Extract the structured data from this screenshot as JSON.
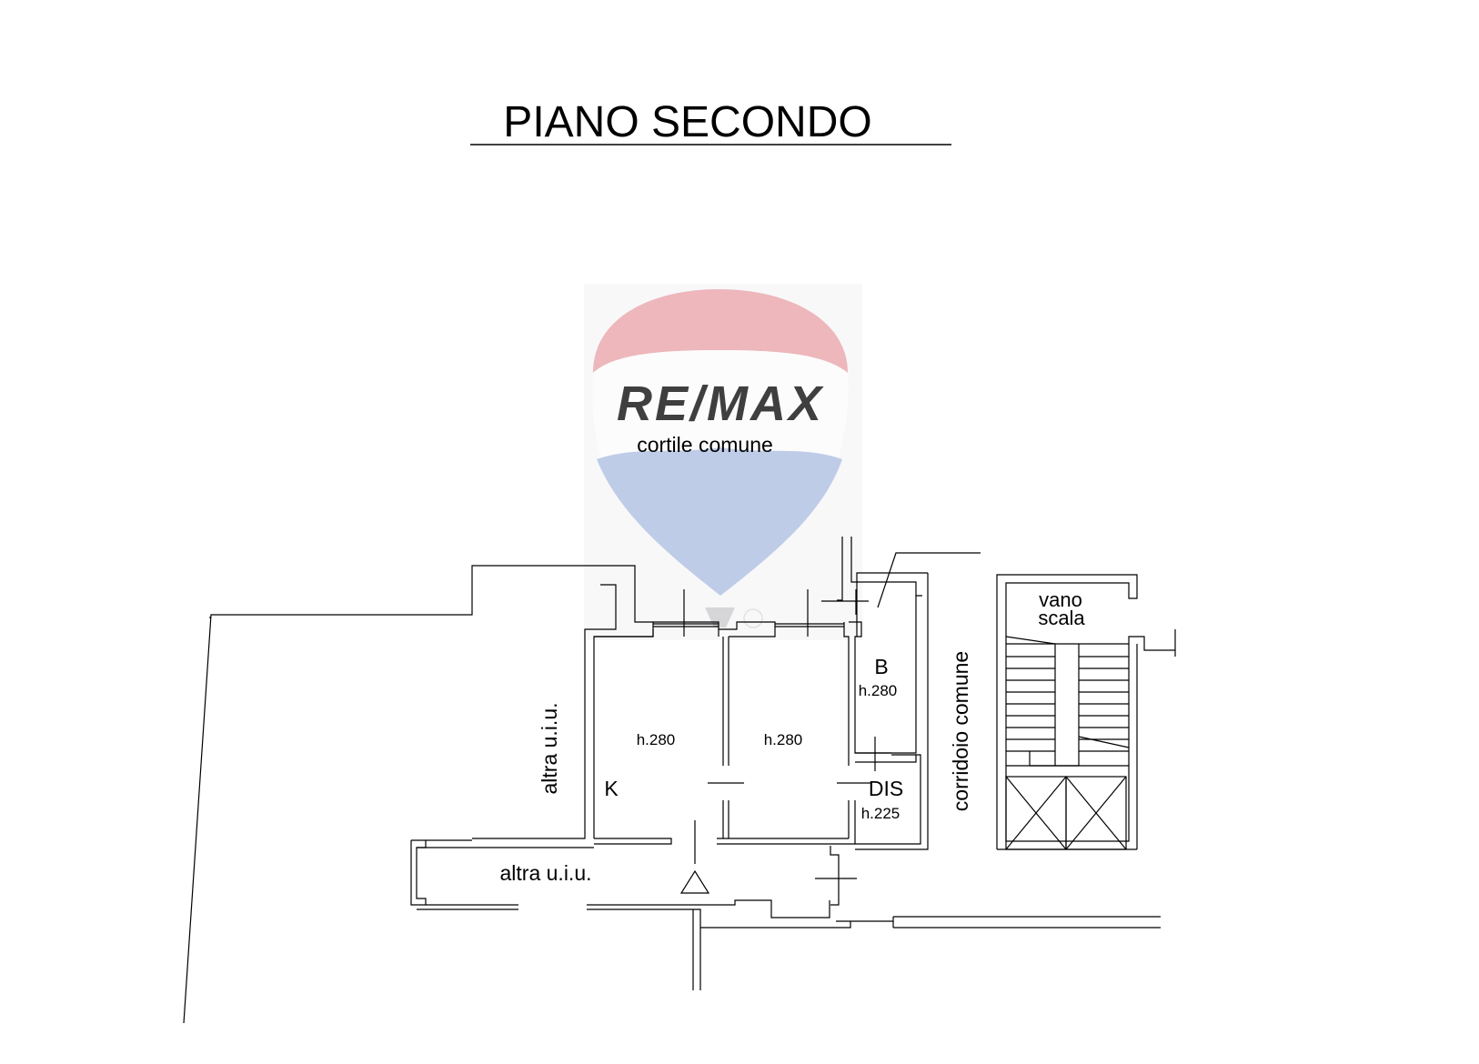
{
  "title": "PIANO SECONDO",
  "watermark": {
    "brand_text": "RE/MAX",
    "colors": {
      "red": "#e8a0a6",
      "blue": "#a9bce0",
      "text_blue": "#b7c7ea",
      "text_red": "#f0b3b8"
    }
  },
  "labels": {
    "cortile": "cortile comune",
    "altra_uiu_vertical": "altra u.i.u.",
    "altra_uiu_horizontal": "altra u.i.u.",
    "corridoio": "corridoio comune",
    "vano": "vano",
    "scala": "scala"
  },
  "rooms": [
    {
      "id": "K",
      "name": "K",
      "height": ""
    },
    {
      "id": "left",
      "name": "",
      "height": "h.280"
    },
    {
      "id": "right",
      "name": "",
      "height": "h.280"
    },
    {
      "id": "B",
      "name": "B",
      "height": "h.280"
    },
    {
      "id": "DIS",
      "name": "DIS",
      "height": "h.225"
    }
  ]
}
